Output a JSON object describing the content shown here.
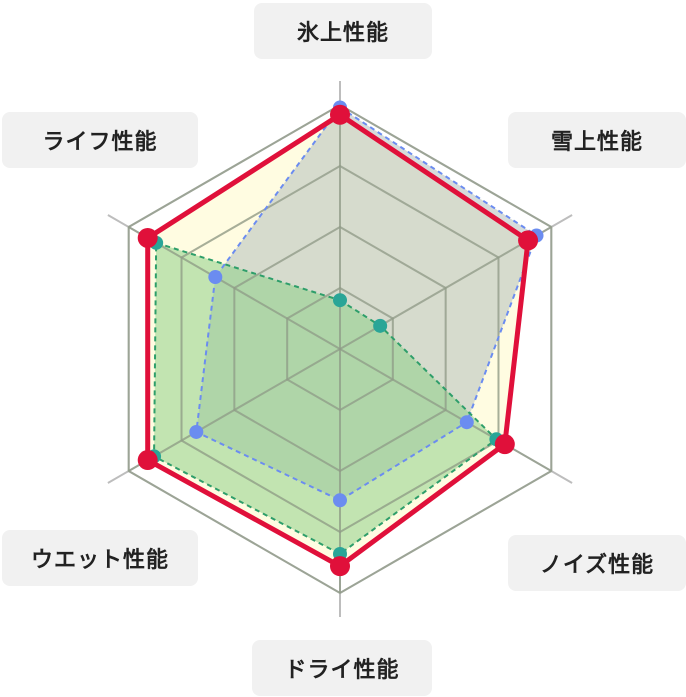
{
  "chart_data": {
    "type": "radar",
    "title": "",
    "axes": [
      "氷上性能",
      "雪上性能",
      "ノイズ性能",
      "ドライ性能",
      "ウエット性能",
      "ライフ性能"
    ],
    "range": [
      0,
      100
    ],
    "grid_rings": 4,
    "series": [
      {
        "name": "series-yellow",
        "fill": "#fffac8",
        "stroke": "#e8cf5a",
        "point": "",
        "values": [
          96,
          89,
          78,
          89,
          91,
          91
        ],
        "show_points": false
      },
      {
        "name": "series-gray-blue",
        "fill": "#b5bfbd",
        "stroke": "#6b8cf0",
        "point": "#6b8cf0",
        "values": [
          99,
          93,
          60,
          62,
          68,
          59
        ],
        "show_points": true,
        "dashed": true
      },
      {
        "name": "series-green",
        "fill": "#8fcf8a",
        "stroke": "#2e9e6a",
        "point": "#2aa597",
        "values": [
          20,
          19,
          74,
          84,
          88,
          87
        ],
        "show_points": true,
        "dashed": true
      },
      {
        "name": "series-red",
        "fill": "none",
        "stroke": "#e0103a",
        "point": "#e0103a",
        "values": [
          96,
          89,
          78,
          89,
          91,
          91
        ],
        "show_points": true,
        "dashed": false
      }
    ]
  },
  "labels": {
    "top": "氷上性能",
    "top_right": "雪上性能",
    "bottom_right": "ノイズ性能",
    "bottom": "ドライ性能",
    "bottom_left": "ウエット性能",
    "top_left": "ライフ性能"
  }
}
